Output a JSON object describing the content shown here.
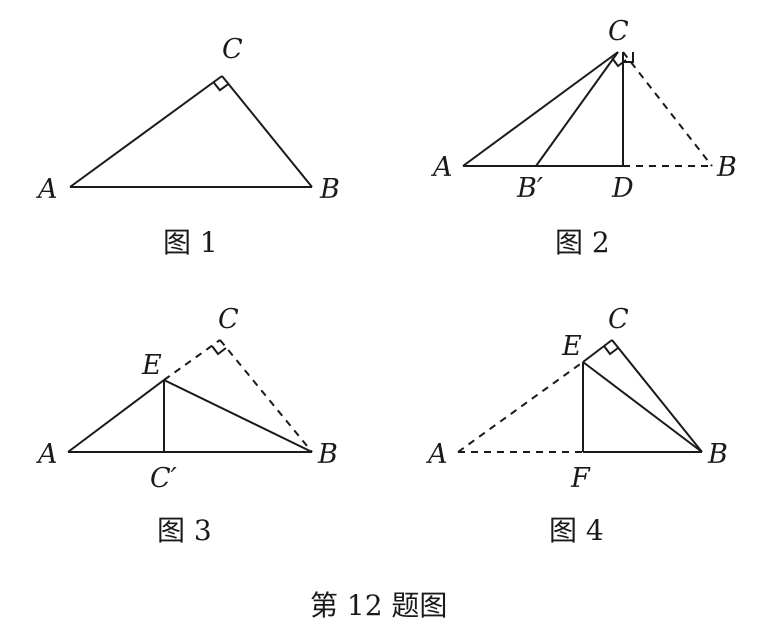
{
  "figure1": {
    "caption": "图 1",
    "labels": {
      "A": "A",
      "B": "B",
      "C": "C"
    }
  },
  "figure2": {
    "caption": "图 2",
    "labels": {
      "A": "A",
      "B": "B",
      "C": "C",
      "B_prime": "B′",
      "D": "D"
    }
  },
  "figure3": {
    "caption": "图 3",
    "labels": {
      "A": "A",
      "B": "B",
      "C": "C",
      "E": "E",
      "C_prime": "C′"
    }
  },
  "figure4": {
    "caption": "图 4",
    "labels": {
      "A": "A",
      "B": "B",
      "C": "C",
      "E": "E",
      "F": "F"
    }
  },
  "main_caption": "第 12 题图"
}
